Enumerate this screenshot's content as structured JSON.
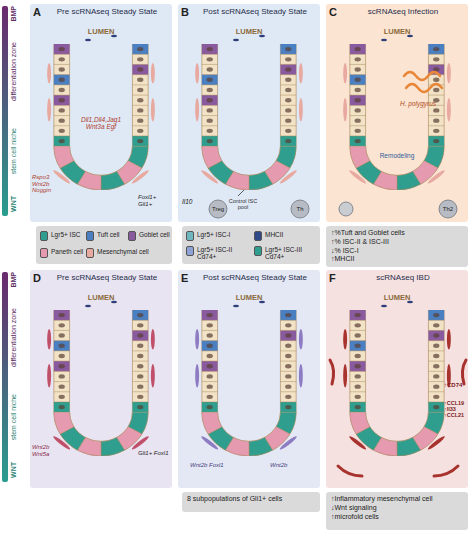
{
  "diagram": {
    "nodes": [
      {
        "text": [
          "A",
          "Pre scRNAseq Steady State"
        ]
      },
      {
        "text": [
          "B",
          "Post scRNAseq Steady State"
        ]
      },
      {
        "text": [
          "C",
          "scRNAseq Infection"
        ]
      },
      {
        "text": [
          "↑%Tuft and Goblet cells",
          "↑% ISC-II & ISC-III",
          "↓% ISC-I",
          "↑MHCII"
        ]
      },
      {
        "text": [
          "D",
          "Pre scRNAseq Steady State"
        ]
      },
      {
        "text": [
          "E",
          "Post scRNAseq Steady State"
        ]
      },
      {
        "text": [
          "8 subpopulations of Gli1+ cells"
        ]
      },
      {
        "text": [
          "F",
          "scRNAseq IBD"
        ]
      },
      {
        "text": [
          "↑Inflammatory mesenchymal cell",
          "↓Wnt signaling",
          "↑microfold cells"
        ]
      }
    ],
    "labels": [
      "BMP",
      "differentiation zone",
      "stem cell niche",
      "WNT",
      "BMP",
      "differentiation zone",
      "stem cell niche",
      "WNT",
      "LUMEN",
      "Dll1,Dll4,Jag1 Wnt3a Egf",
      "Rspo3 Wnt2b Noggin",
      "Foxl1+ Gli1+",
      "LUMEN",
      "Il10",
      "Treg",
      "Control ISC pool",
      "Th",
      "LUMEN",
      "H. polygyrus",
      "Remodeling",
      "Th2",
      "LUMEN",
      "Wnt2b Wnt5a",
      "Gli1+ Foxl1",
      "LUMEN",
      "Wnt2b Foxl1",
      "Wnt2b",
      "LUMEN",
      "↑CD74",
      "↑CCL19 ↑Il33 ↑CCL21"
    ],
    "legend": [
      {
        "text": "Lgr5+ ISC",
        "color": "#2f9e8f"
      },
      {
        "text": "Tuft cell",
        "color": "#4a7fc1"
      },
      {
        "text": "Goblet cell",
        "color": "#8a5a9e"
      },
      {
        "text": "Paneth cell",
        "color": "#e59ab0"
      },
      {
        "text": "Mesenchymal cell",
        "color": "#e8a9a0"
      },
      {
        "text": "Lgr5+ ISC-I",
        "color": "#6fb7bf"
      },
      {
        "text": "MHCII",
        "color": "#2f4a86"
      },
      {
        "text": "Lgr5+ ISC-II Cd74+",
        "color": "#8ea2d6"
      },
      {
        "text": "Lgr5+ ISC-III Cd74+",
        "color": "#2f9e8f"
      }
    ]
  }
}
